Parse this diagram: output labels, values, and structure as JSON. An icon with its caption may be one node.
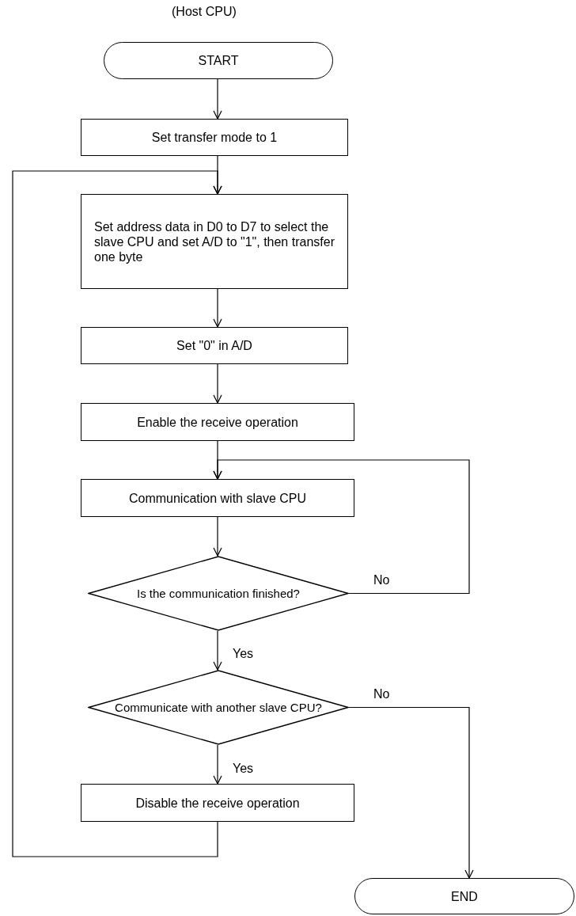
{
  "diagram": {
    "nodes": [
      {
        "text": [
          "START"
        ]
      },
      {
        "text": [
          "Set transfer mode to 1"
        ]
      },
      {
        "text": [
          "Set address data in D0 to D7 to select the slave CPU and set A/D to \"1\", then transfer one byte"
        ]
      },
      {
        "text": [
          "Set \"0\" in A/D"
        ]
      },
      {
        "text": [
          "Enable the receive operation"
        ]
      },
      {
        "text": [
          "Communication with slave CPU"
        ]
      },
      {
        "text": [
          "Is the communication finished?"
        ]
      },
      {
        "text": [
          "Communicate with another slave CPU?"
        ]
      },
      {
        "text": [
          "Disable the receive operation"
        ]
      },
      {
        "text": [
          "END"
        ]
      }
    ],
    "edges": [
      {
        "from": 0,
        "to": 1,
        "arrow": "to"
      },
      {
        "from": 1,
        "to": 2,
        "arrow": "to"
      },
      {
        "from": 2,
        "to": 3,
        "arrow": "to"
      },
      {
        "from": 3,
        "to": 4,
        "arrow": "to"
      },
      {
        "from": 4,
        "to": 5,
        "arrow": "to"
      },
      {
        "from": 5,
        "to": 6,
        "arrow": "to"
      },
      {
        "from": 6,
        "to": 7,
        "arrow": "to",
        "label": "Yes"
      },
      {
        "from": 6,
        "to": 5,
        "arrow": "to",
        "label": "No"
      },
      {
        "from": 7,
        "to": 8,
        "arrow": "to",
        "label": "Yes"
      },
      {
        "from": 7,
        "to": 9,
        "arrow": "to",
        "label": "No"
      },
      {
        "from": 8,
        "to": 2,
        "arrow": "to"
      }
    ],
    "labels": [
      "(Host CPU)"
    ]
  }
}
